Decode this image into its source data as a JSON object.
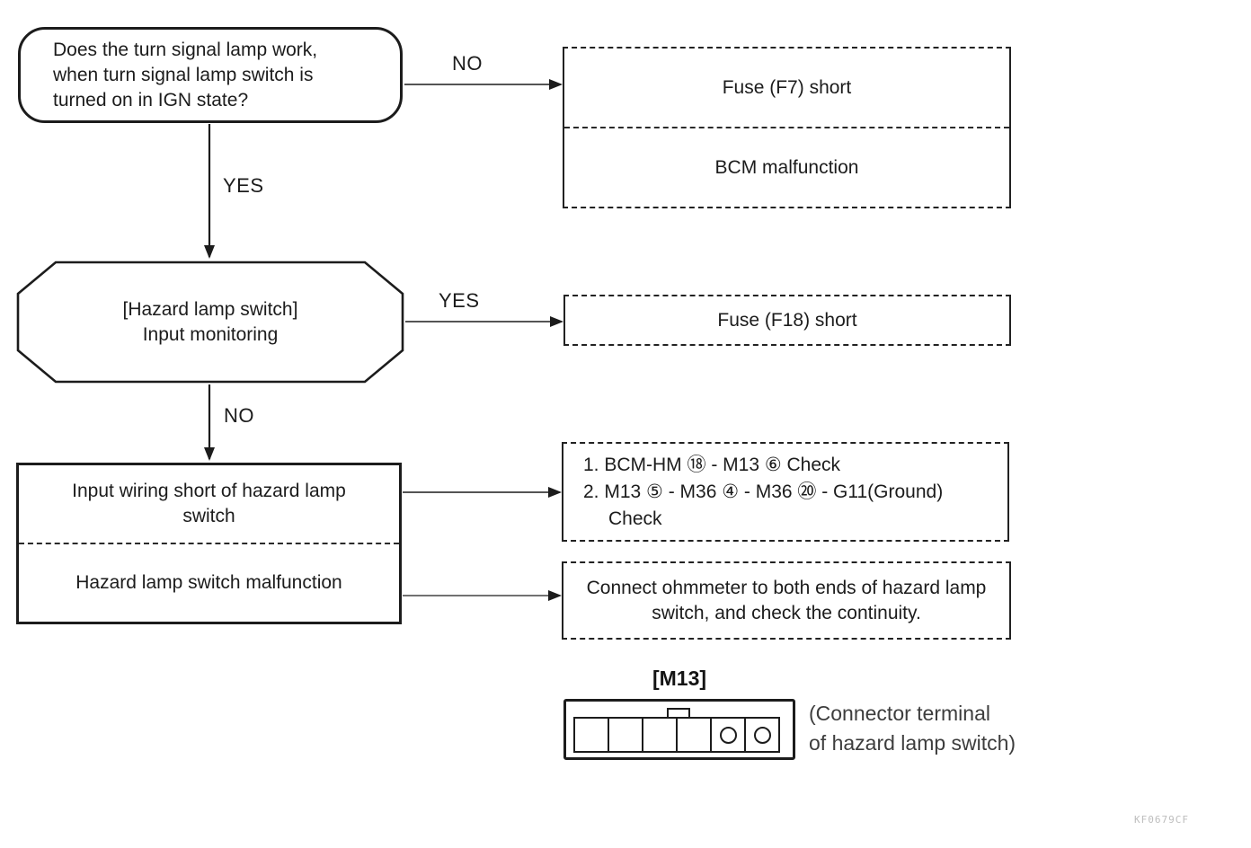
{
  "flowchart": {
    "question1": {
      "line1": "Does the turn signal lamp work,",
      "line2": "when turn signal lamp switch is",
      "line3": "turned on in IGN state?"
    },
    "labels": {
      "no_top": "NO",
      "yes_down": "YES",
      "yes_right": "YES",
      "no_down": "NO"
    },
    "result_box1": {
      "row1": "Fuse (F7) short",
      "row2": "BCM malfunction"
    },
    "question2": {
      "line1": "[Hazard lamp switch]",
      "line2": "Input monitoring"
    },
    "result_box2": "Fuse (F18) short",
    "cause_box": {
      "row1": "Input wiring short of hazard lamp switch",
      "row2": "Hazard lamp switch malfunction"
    },
    "check_box1": {
      "line1": "1. BCM-HM ⑱ - M13 ⑥  Check",
      "line2": "2. M13 ⑤ - M36 ④ - M36 ⑳ - G11(Ground)",
      "line3": "Check"
    },
    "check_box2": "Connect ohmmeter to both ends of hazard lamp switch, and check the continuity."
  },
  "connector": {
    "title": "[M13]",
    "caption1": "(Connector terminal",
    "caption2": "of hazard lamp switch)"
  },
  "page": {
    "footer_code": "KF0679CF"
  }
}
